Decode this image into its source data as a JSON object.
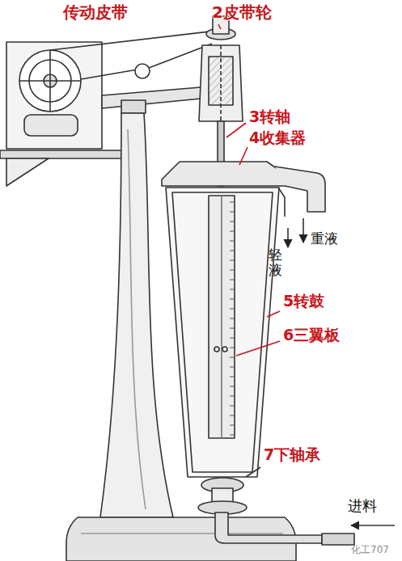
{
  "diagram": {
    "labels": [
      "传动皮带",
      "2皮带轮",
      "3转轴",
      "4收集器",
      "重液",
      "轻液",
      "5转鼓",
      "6三翼板",
      "7下轴承",
      "进料",
      "化工707"
    ]
  }
}
